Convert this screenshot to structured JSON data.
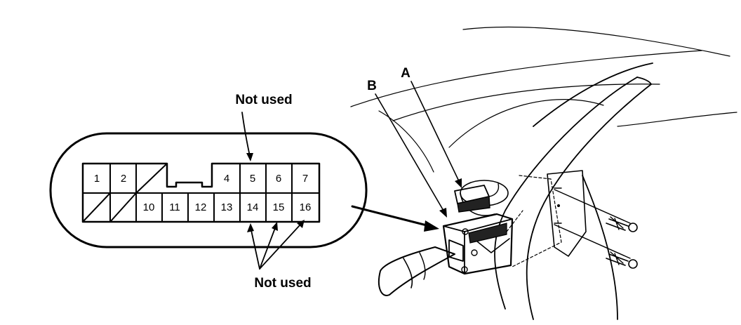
{
  "labels": {
    "not_used_top": "Not used",
    "not_used_bottom": "Not used",
    "callout_a": "A",
    "callout_b": "B"
  },
  "connector": {
    "pins_top": [
      "1",
      "2",
      "",
      "4",
      "5",
      "6",
      "7"
    ],
    "pins_bottom": [
      "10",
      "11",
      "12",
      "13",
      "14",
      "15",
      "16"
    ]
  }
}
